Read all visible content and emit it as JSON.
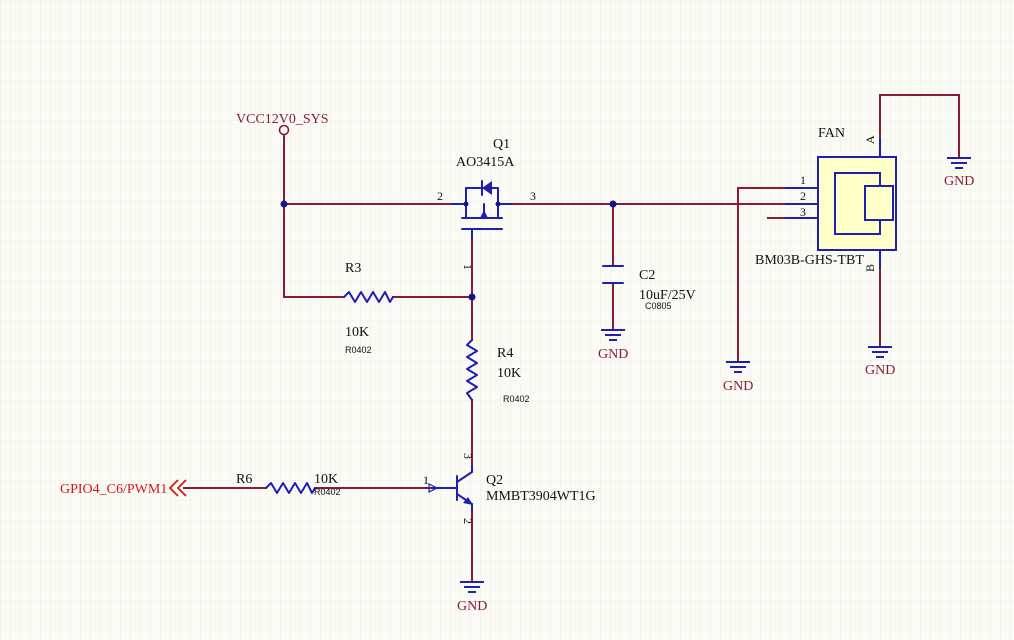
{
  "nets": {
    "vcc": "VCC12V0_SYS",
    "gnd": "GND",
    "pwm": "GPIO4_C6/PWM1"
  },
  "q1": {
    "ref": "Q1",
    "value": "AO3415A",
    "pin_gate": "1",
    "pin_source": "2",
    "pin_drain": "3"
  },
  "q2": {
    "ref": "Q2",
    "value": "MMBT3904WT1G",
    "pin_base": "1",
    "pin_emitter": "2",
    "pin_collector": "3"
  },
  "r3": {
    "ref": "R3",
    "value": "10K",
    "package": "R0402"
  },
  "r4": {
    "ref": "R4",
    "value": "10K",
    "package": "R0402"
  },
  "r6": {
    "ref": "R6",
    "value": "10K",
    "package": "R0402"
  },
  "c2": {
    "ref": "C2",
    "value": "10uF/25V",
    "package": "C0805"
  },
  "fan": {
    "ref": "FAN",
    "value": "BM03B-GHS-TBT",
    "pin_a": "A",
    "pin_b": "B",
    "pin1": "1",
    "pin2": "2",
    "pin3": "3"
  },
  "colors": {
    "wire": "#8b1a3a",
    "component": "#1f1fb0",
    "connector_fill": "#ffffc8",
    "net_label": "#d01a1a",
    "grid": "#e6e4d8"
  }
}
